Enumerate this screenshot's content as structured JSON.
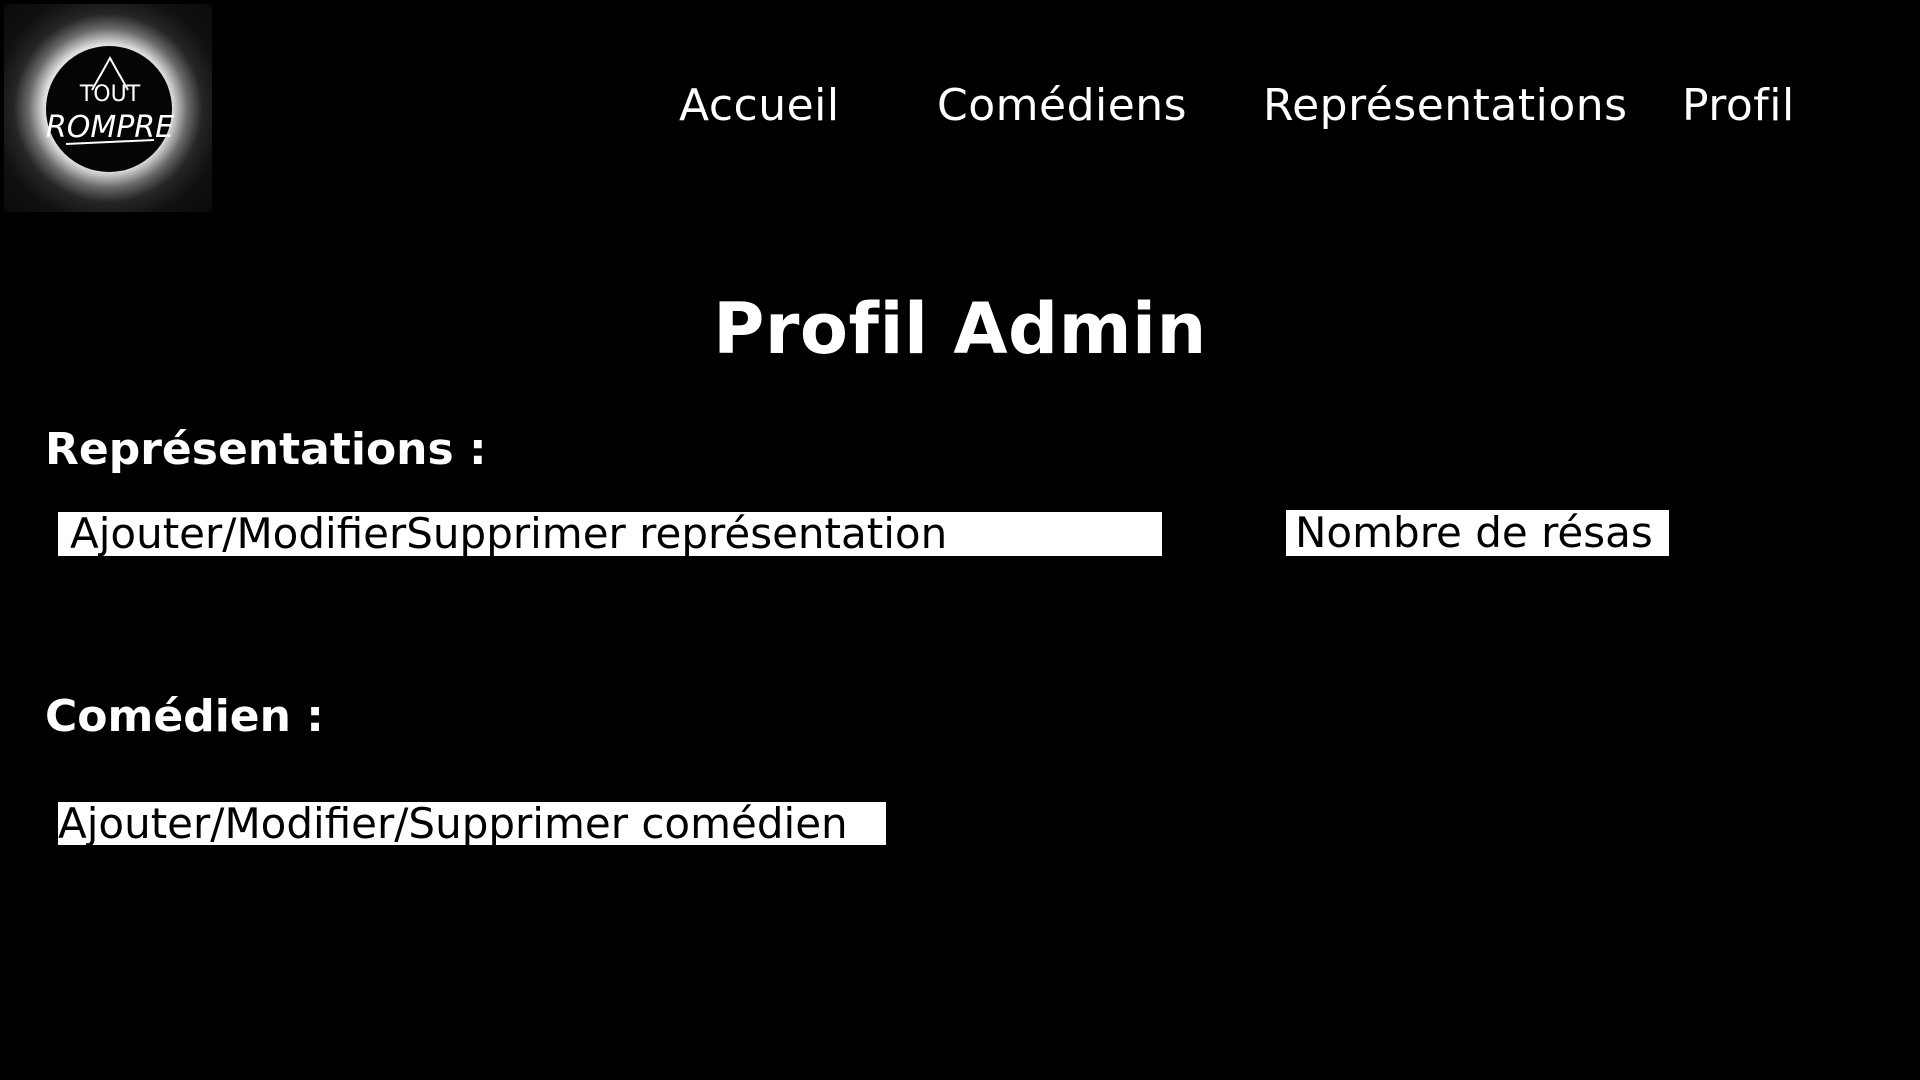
{
  "logo": {
    "lines": [
      "A",
      "TOUT",
      "ROMPRE"
    ]
  },
  "nav": {
    "items": [
      {
        "label": "Accueil"
      },
      {
        "label": "Comédiens"
      },
      {
        "label": "Représentations"
      },
      {
        "label": "Profil"
      }
    ]
  },
  "main": {
    "title": "Profil Admin",
    "representations": {
      "heading": "Représentations :",
      "manage_button": "Ajouter/ModifierSupprimer représentation",
      "resas_button": "Nombre de résas"
    },
    "comedien": {
      "heading": "Comédien :",
      "manage_button": "Ajouter/Modifier/Supprimer comédien"
    }
  },
  "colors": {
    "background": "#000000",
    "text": "#ffffff",
    "button_bg": "#ffffff",
    "button_text": "#000000"
  }
}
